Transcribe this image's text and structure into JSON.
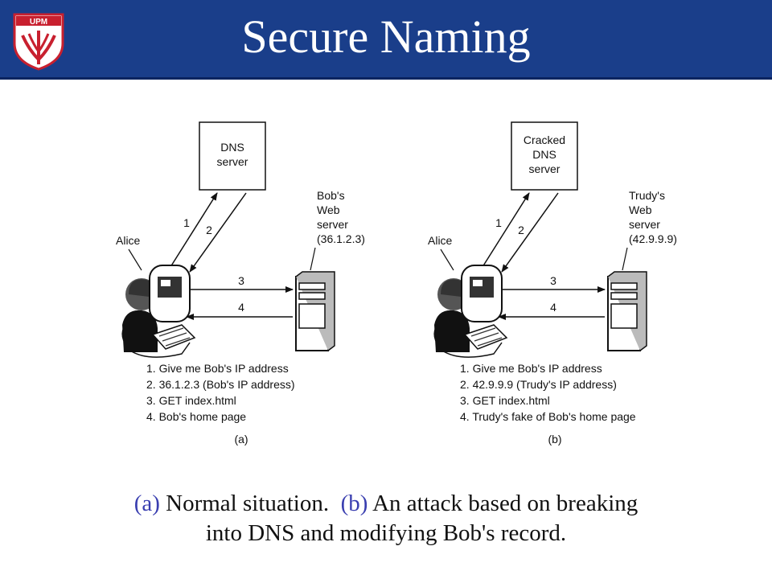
{
  "header": {
    "title": "Secure Naming",
    "logo_text": "UPM",
    "colors": {
      "bar": "#1a3e8a",
      "logo_red": "#c8202f"
    }
  },
  "panels": [
    {
      "dns_box": [
        "DNS",
        "server"
      ],
      "client_label": "Alice",
      "server_label": [
        "Bob's",
        "Web",
        "server",
        "(36.1.2.3)"
      ],
      "arrows": [
        "1",
        "2",
        "3",
        "4"
      ],
      "steps": [
        "1. Give me Bob's IP address",
        "2. 36.1.2.3 (Bob's IP address)",
        "3. GET index.html",
        "4. Bob's home page"
      ],
      "caption": "(a)"
    },
    {
      "dns_box": [
        "Cracked",
        "DNS",
        "server"
      ],
      "client_label": "Alice",
      "server_label": [
        "Trudy's",
        "Web",
        "server",
        "(42.9.9.9)"
      ],
      "arrows": [
        "1",
        "2",
        "3",
        "4"
      ],
      "steps": [
        "1. Give me Bob's IP address",
        "2. 42.9.9.9 (Trudy's IP address)",
        "3. GET index.html",
        "4. Trudy's fake of Bob's home page"
      ],
      "caption": "(b)"
    }
  ],
  "caption": {
    "a_marker": "(a)",
    "a_text": "Normal situation.",
    "b_marker": "(b)",
    "b_text": "An attack based on breaking",
    "line2": "into DNS and modifying Bob's record."
  }
}
